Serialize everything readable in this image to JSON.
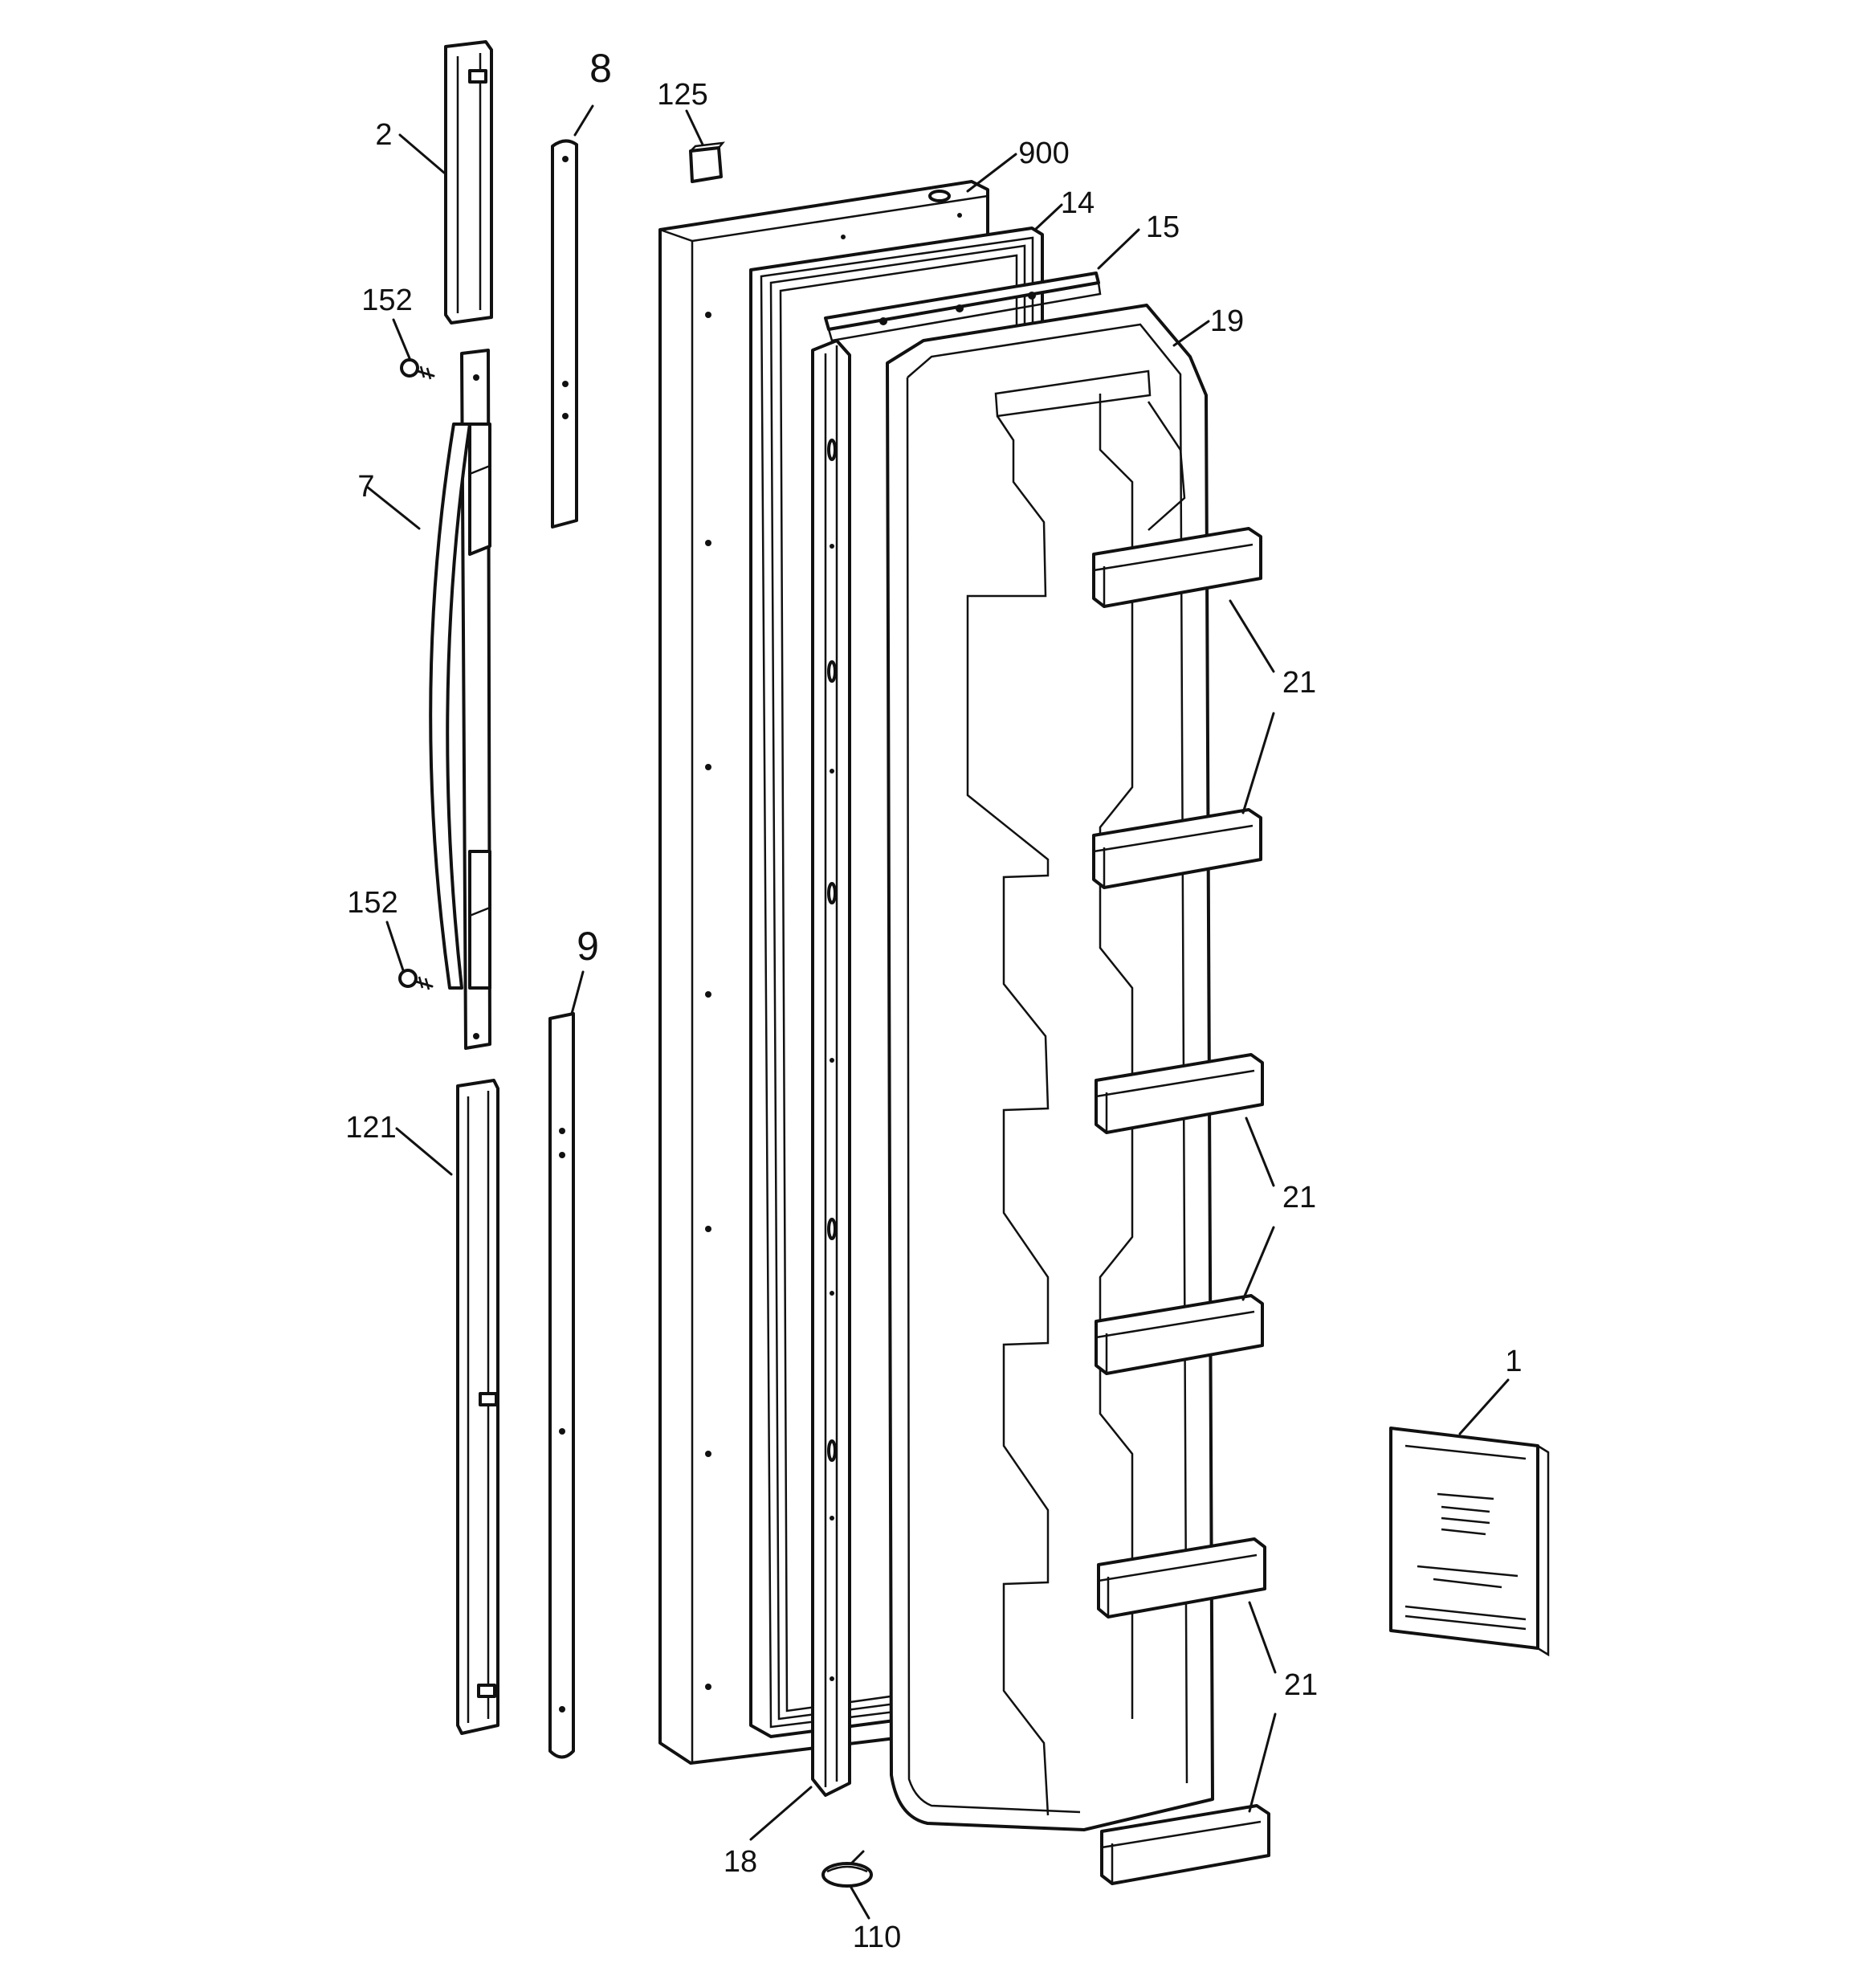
{
  "callouts": [
    {
      "id": "p2",
      "label": "2"
    },
    {
      "id": "p8",
      "label": "8"
    },
    {
      "id": "p125",
      "label": "125"
    },
    {
      "id": "p900",
      "label": "900"
    },
    {
      "id": "p14",
      "label": "14"
    },
    {
      "id": "p15",
      "label": "15"
    },
    {
      "id": "p19",
      "label": "19"
    },
    {
      "id": "p152a",
      "label": "152"
    },
    {
      "id": "p7",
      "label": "7"
    },
    {
      "id": "p21a",
      "label": "21"
    },
    {
      "id": "p152b",
      "label": "152"
    },
    {
      "id": "p9",
      "label": "9"
    },
    {
      "id": "p121",
      "label": "121"
    },
    {
      "id": "p21b",
      "label": "21"
    },
    {
      "id": "p1",
      "label": "1"
    },
    {
      "id": "p21c",
      "label": "21"
    },
    {
      "id": "p18",
      "label": "18"
    },
    {
      "id": "p110",
      "label": "110"
    }
  ]
}
